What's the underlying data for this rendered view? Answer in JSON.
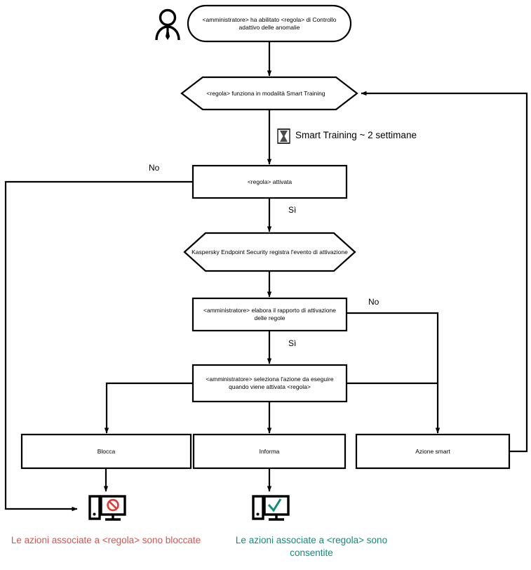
{
  "diagram": {
    "title": "Controllo adattivo delle anomalie - flusso regola",
    "colors": {
      "stroke": "#000000",
      "blocked_text": "#d9534f",
      "allowed_text": "#0e8c7d",
      "deny_icon": "#e8372c",
      "check_icon": "#0e8c7d"
    },
    "actor": {
      "icon": "user-icon",
      "name": "amministratore"
    },
    "nodes": {
      "start": {
        "shape": "rounded",
        "text": "<amministratore> ha abilitato <regola> di Controllo adattivo delle anomalie"
      },
      "smart_training": {
        "shape": "hexagon",
        "text": "<regola> funziona in modalità Smart Training"
      },
      "rule_triggered": {
        "shape": "rect",
        "text": "<regola> attivata"
      },
      "event_registered": {
        "shape": "hexagon",
        "text": "Kaspersky Endpoint Security registra l'evento di attivazione"
      },
      "admin_report": {
        "shape": "rect",
        "text": "<amministratore> elabora il rapporto di attivazione delle regole"
      },
      "admin_select_action": {
        "shape": "rect",
        "text": "<amministratore> seleziona l'azione da eseguire quando viene attivata <regola>"
      },
      "block": {
        "shape": "rect",
        "text": "Blocca"
      },
      "inform": {
        "shape": "rect",
        "text": "Informa"
      },
      "smart_action": {
        "shape": "rect",
        "text": "Azione smart"
      }
    },
    "annotations": {
      "training_duration": {
        "icon": "hourglass-icon",
        "text": "Smart Training ~ 2 settimane"
      }
    },
    "edge_labels": {
      "triggered_no": "No",
      "triggered_yes": "Sì",
      "report_no": "No",
      "report_yes": "Sì"
    },
    "outcomes": {
      "blocked": {
        "icon": "monitor-blocked-icon",
        "caption": "Le azioni associate a <regola> sono bloccate"
      },
      "allowed": {
        "icon": "monitor-allowed-icon",
        "caption": "Le azioni associate a <regola> sono consentite"
      }
    }
  }
}
